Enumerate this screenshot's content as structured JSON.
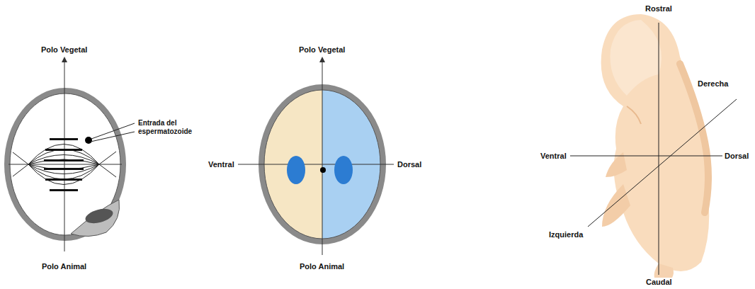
{
  "diagram": {
    "labels": [
      "Polo Vegetal",
      "Entrada del espermatozoide",
      "Polo Animal",
      "Polo Vegetal",
      "Ventral",
      "Dorsal",
      "Polo Animal",
      "Rostral",
      "Derecha",
      "Ventral",
      "Dorsal",
      "Izquierda",
      "Caudal"
    ]
  }
}
